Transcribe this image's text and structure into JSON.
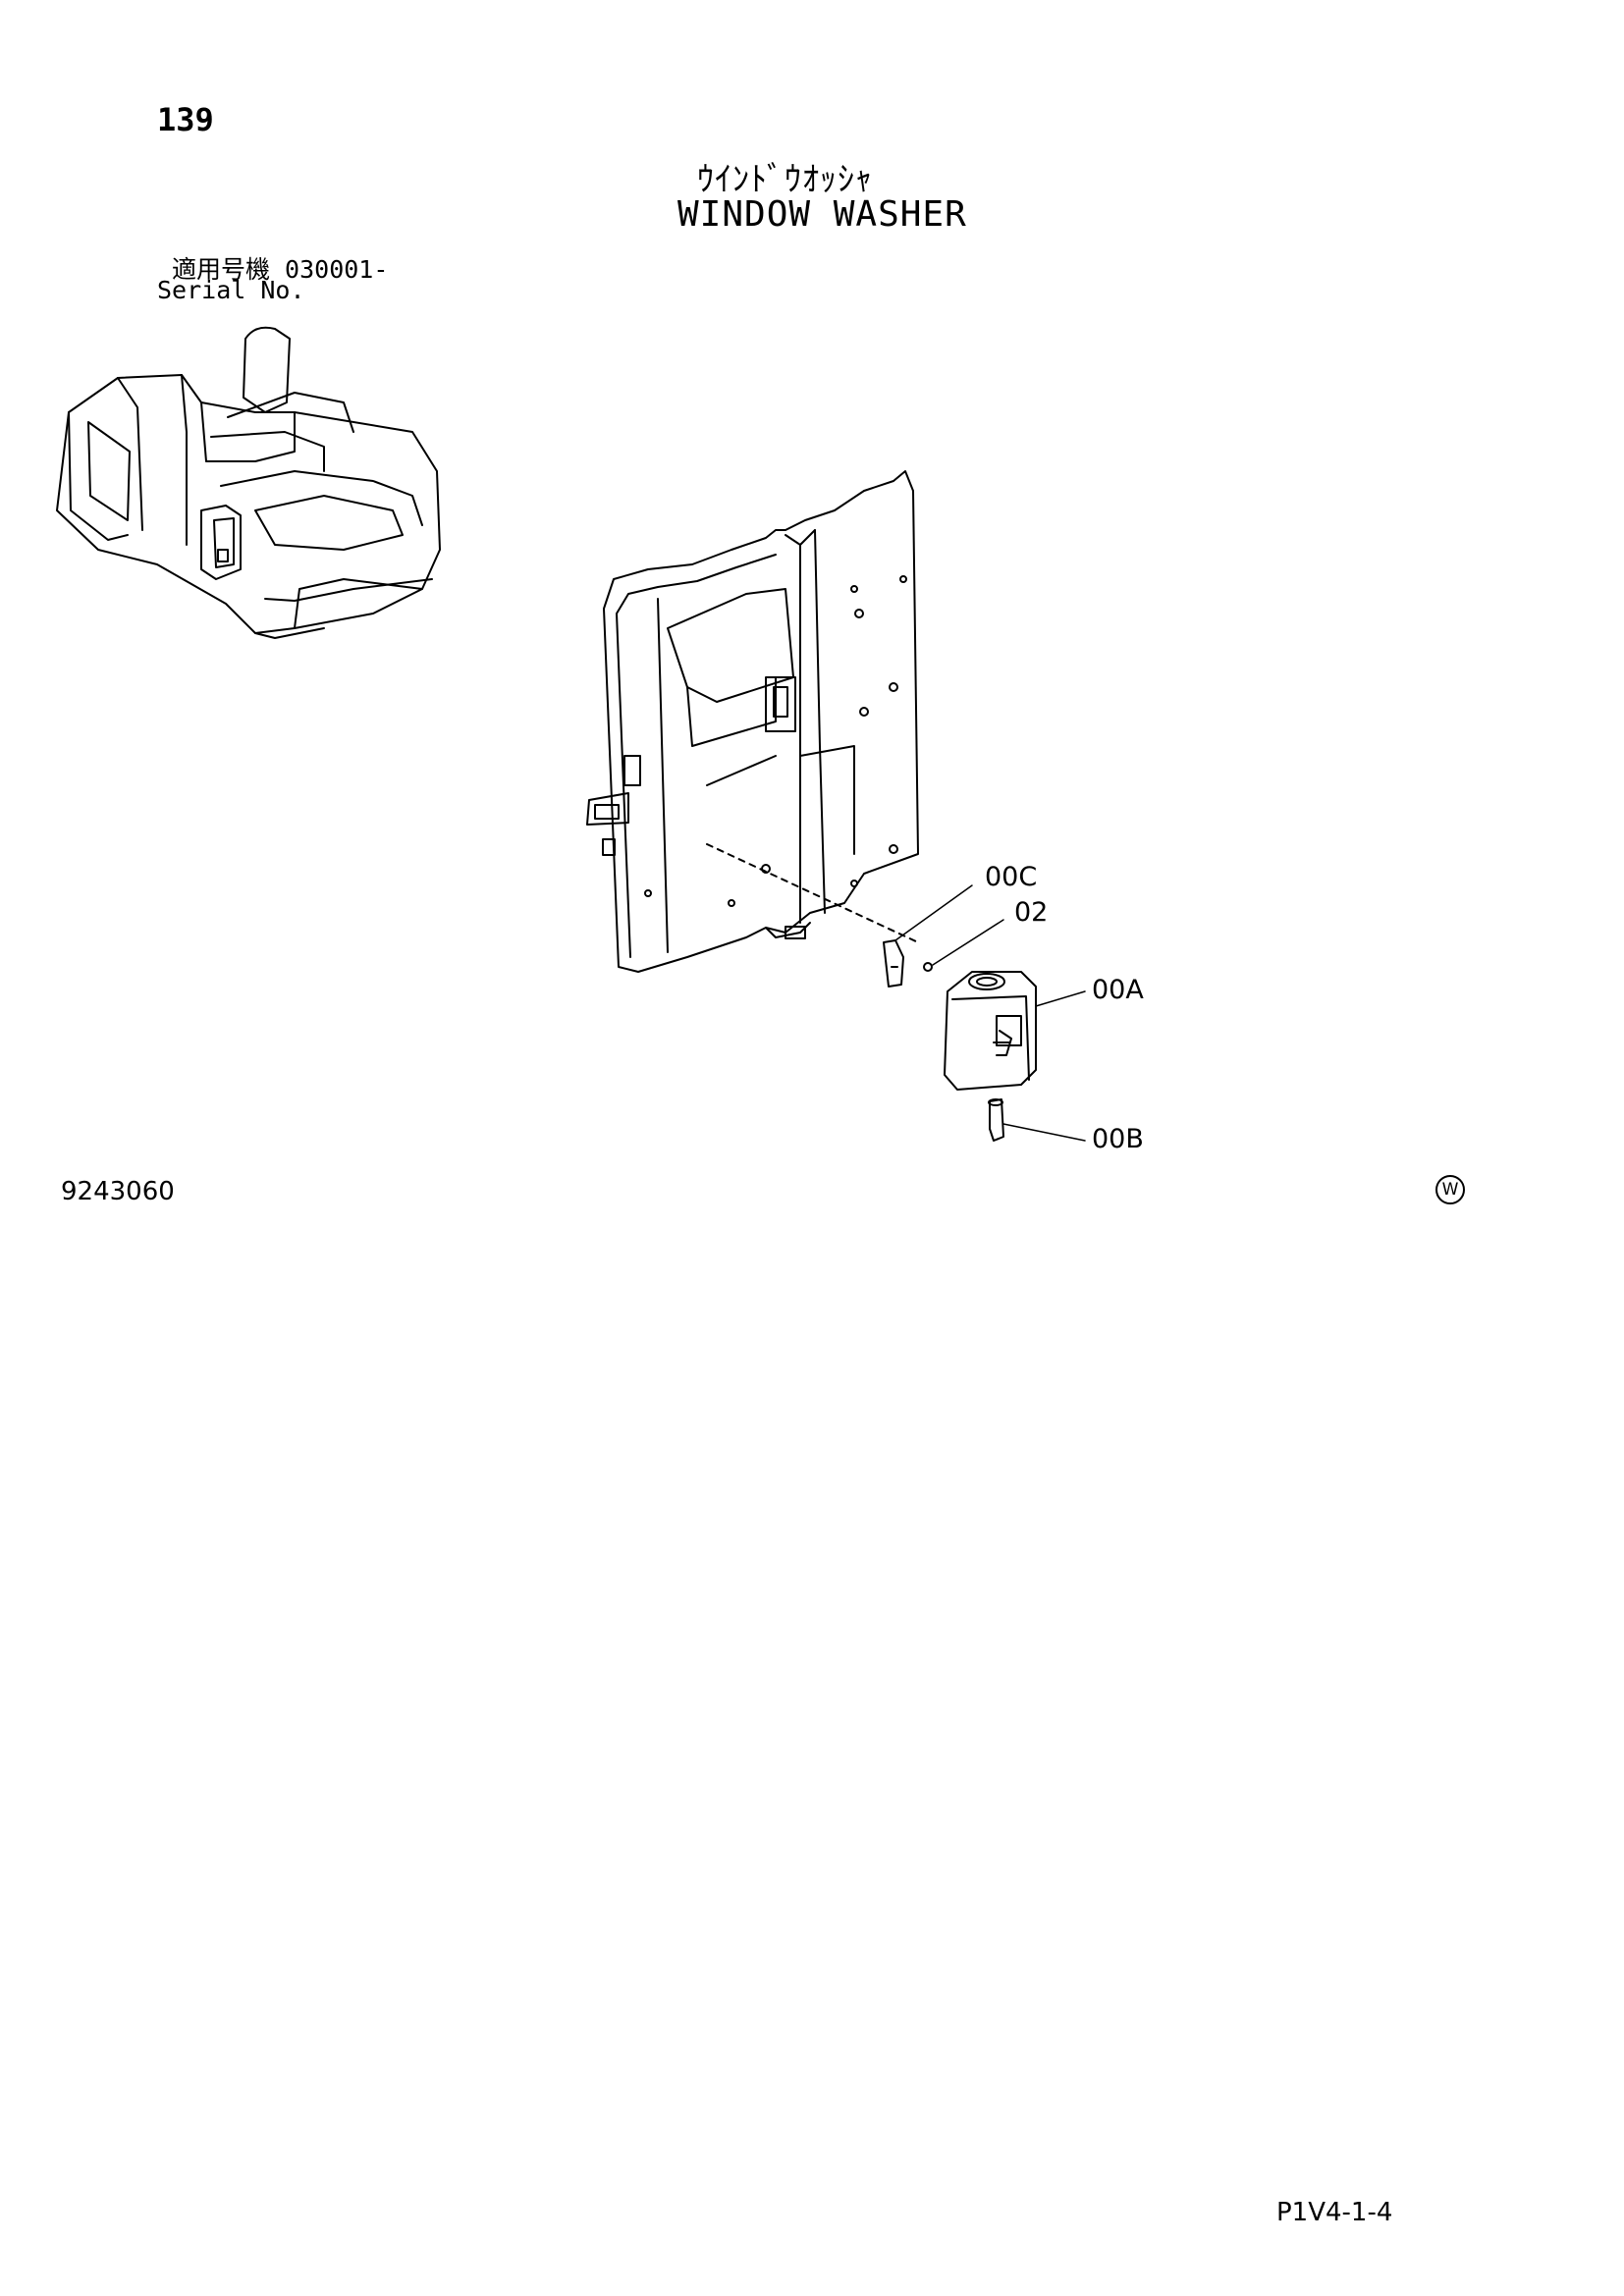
{
  "page": {
    "number": "139",
    "title_jp": "ｳｲﾝﾄﾞｳｵｯｼｬ",
    "title_en": "WINDOW WASHER",
    "serial_label_jp": "適用号機  030001-",
    "serial_label_en": "Serial No.",
    "drawing_number": "9243060",
    "page_code": "P1V4-1-4",
    "w_mark": "W"
  },
  "callouts": [
    {
      "id": "00C",
      "label": "00C"
    },
    {
      "id": "02",
      "label": "02"
    },
    {
      "id": "00A",
      "label": "00A"
    },
    {
      "id": "00B",
      "label": "00B"
    }
  ],
  "icons": {
    "excavator_overview": "excavator-overview-icon",
    "cab_panel": "cab-panel-drawing",
    "washer_tank": "washer-tank-drawing",
    "washer_pump": "washer-pump-drawing",
    "bracket": "bracket-drawing"
  },
  "colors": {
    "line": "#000000",
    "background": "#ffffff"
  }
}
